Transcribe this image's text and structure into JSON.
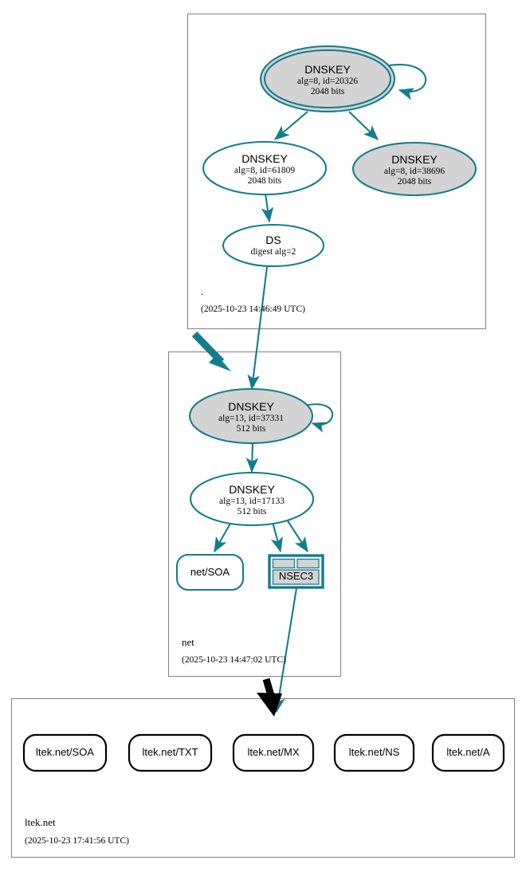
{
  "diagram": {
    "type": "dnssec-authentication-chain",
    "colors": {
      "secure_teal": "#157c8c",
      "node_fill_gray": "#d3d3d3",
      "zone_border": "#808080",
      "insecure_black": "#000000",
      "background": "#ffffff"
    }
  },
  "zones": [
    {
      "id": "root",
      "name": ".",
      "timestamp": "(2025-10-23 14:46:49 UTC)",
      "nodes": [
        {
          "id": "root-ksk",
          "kind": "DNSKEY",
          "title": "DNSKEY",
          "line2": "alg=8, id=20326",
          "line3": "2048 bits",
          "alg": "8",
          "key_id": "20326",
          "bits": "2048",
          "role": "ksk",
          "fill": "gray",
          "double_border": true,
          "self_signed": true
        },
        {
          "id": "root-zsk",
          "kind": "DNSKEY",
          "title": "DNSKEY",
          "line2": "alg=8, id=61809",
          "line3": "2048 bits",
          "alg": "8",
          "key_id": "61809",
          "bits": "2048",
          "role": "zsk",
          "fill": "white",
          "double_border": false,
          "self_signed": false
        },
        {
          "id": "root-key-38696",
          "kind": "DNSKEY",
          "title": "DNSKEY",
          "line2": "alg=8, id=38696",
          "line3": "2048 bits",
          "alg": "8",
          "key_id": "38696",
          "bits": "2048",
          "role": "zsk",
          "fill": "gray",
          "double_border": false,
          "self_signed": false
        },
        {
          "id": "root-ds",
          "kind": "DS",
          "title": "DS",
          "line2": "digest alg=2",
          "line3": "",
          "digest_alg": "2",
          "fill": "white"
        }
      ]
    },
    {
      "id": "net",
      "name": "net",
      "timestamp": "(2025-10-23 14:47:02 UTC)",
      "nodes": [
        {
          "id": "net-ksk",
          "kind": "DNSKEY",
          "title": "DNSKEY",
          "line2": "alg=13, id=37331",
          "line3": "512 bits",
          "alg": "13",
          "key_id": "37331",
          "bits": "512",
          "role": "ksk",
          "fill": "gray",
          "double_border": false,
          "self_signed": true
        },
        {
          "id": "net-zsk",
          "kind": "DNSKEY",
          "title": "DNSKEY",
          "line2": "alg=13, id=17133",
          "line3": "512 bits",
          "alg": "13",
          "key_id": "17133",
          "bits": "512",
          "role": "zsk",
          "fill": "white",
          "double_border": false,
          "self_signed": false
        },
        {
          "id": "net-soa",
          "kind": "RRset",
          "title": "net/SOA",
          "shape": "rounded-rect",
          "stroke": "teal",
          "fill": "white"
        },
        {
          "id": "net-nsec3",
          "kind": "NSEC3",
          "title": "NSEC3",
          "shape": "table",
          "stroke": "teal",
          "fill": "gray"
        }
      ]
    },
    {
      "id": "ltek",
      "name": "ltek.net",
      "timestamp": "(2025-10-23 17:41:56 UTC)",
      "nodes": [
        {
          "id": "ltek-soa",
          "kind": "RRset",
          "title": "ltek.net/SOA",
          "shape": "rounded-rect",
          "stroke": "black",
          "fill": "white"
        },
        {
          "id": "ltek-txt",
          "kind": "RRset",
          "title": "ltek.net/TXT",
          "shape": "rounded-rect",
          "stroke": "black",
          "fill": "white"
        },
        {
          "id": "ltek-mx",
          "kind": "RRset",
          "title": "ltek.net/MX",
          "shape": "rounded-rect",
          "stroke": "black",
          "fill": "white"
        },
        {
          "id": "ltek-ns",
          "kind": "RRset",
          "title": "ltek.net/NS",
          "shape": "rounded-rect",
          "stroke": "black",
          "fill": "white"
        },
        {
          "id": "ltek-a",
          "kind": "RRset",
          "title": "ltek.net/A",
          "shape": "rounded-rect",
          "stroke": "black",
          "fill": "white"
        }
      ]
    }
  ],
  "edges": [
    {
      "from": "root-ksk",
      "to": "root-ksk",
      "style": "self-loop",
      "color": "teal"
    },
    {
      "from": "root-ksk",
      "to": "root-zsk",
      "style": "arrow",
      "color": "teal"
    },
    {
      "from": "root-ksk",
      "to": "root-key-38696",
      "style": "arrow",
      "color": "teal"
    },
    {
      "from": "root-zsk",
      "to": "root-ds",
      "style": "arrow",
      "color": "teal"
    },
    {
      "from": "root-ds",
      "to": "net-ksk",
      "style": "arrow",
      "color": "teal"
    },
    {
      "from": "root",
      "to": "net",
      "style": "delegation-arrow",
      "color": "teal"
    },
    {
      "from": "net-ksk",
      "to": "net-ksk",
      "style": "self-loop",
      "color": "teal"
    },
    {
      "from": "net-ksk",
      "to": "net-zsk",
      "style": "arrow",
      "color": "teal"
    },
    {
      "from": "net-zsk",
      "to": "net-soa",
      "style": "arrow",
      "color": "teal"
    },
    {
      "from": "net-zsk",
      "to": "net-nsec3",
      "style": "arrow",
      "color": "teal"
    },
    {
      "from": "net-zsk",
      "to": "net-nsec3",
      "style": "arrow",
      "color": "teal"
    },
    {
      "from": "net-nsec3",
      "to": "ltek",
      "style": "arrow",
      "color": "teal"
    },
    {
      "from": "net",
      "to": "ltek",
      "style": "delegation-arrow",
      "color": "black"
    }
  ]
}
